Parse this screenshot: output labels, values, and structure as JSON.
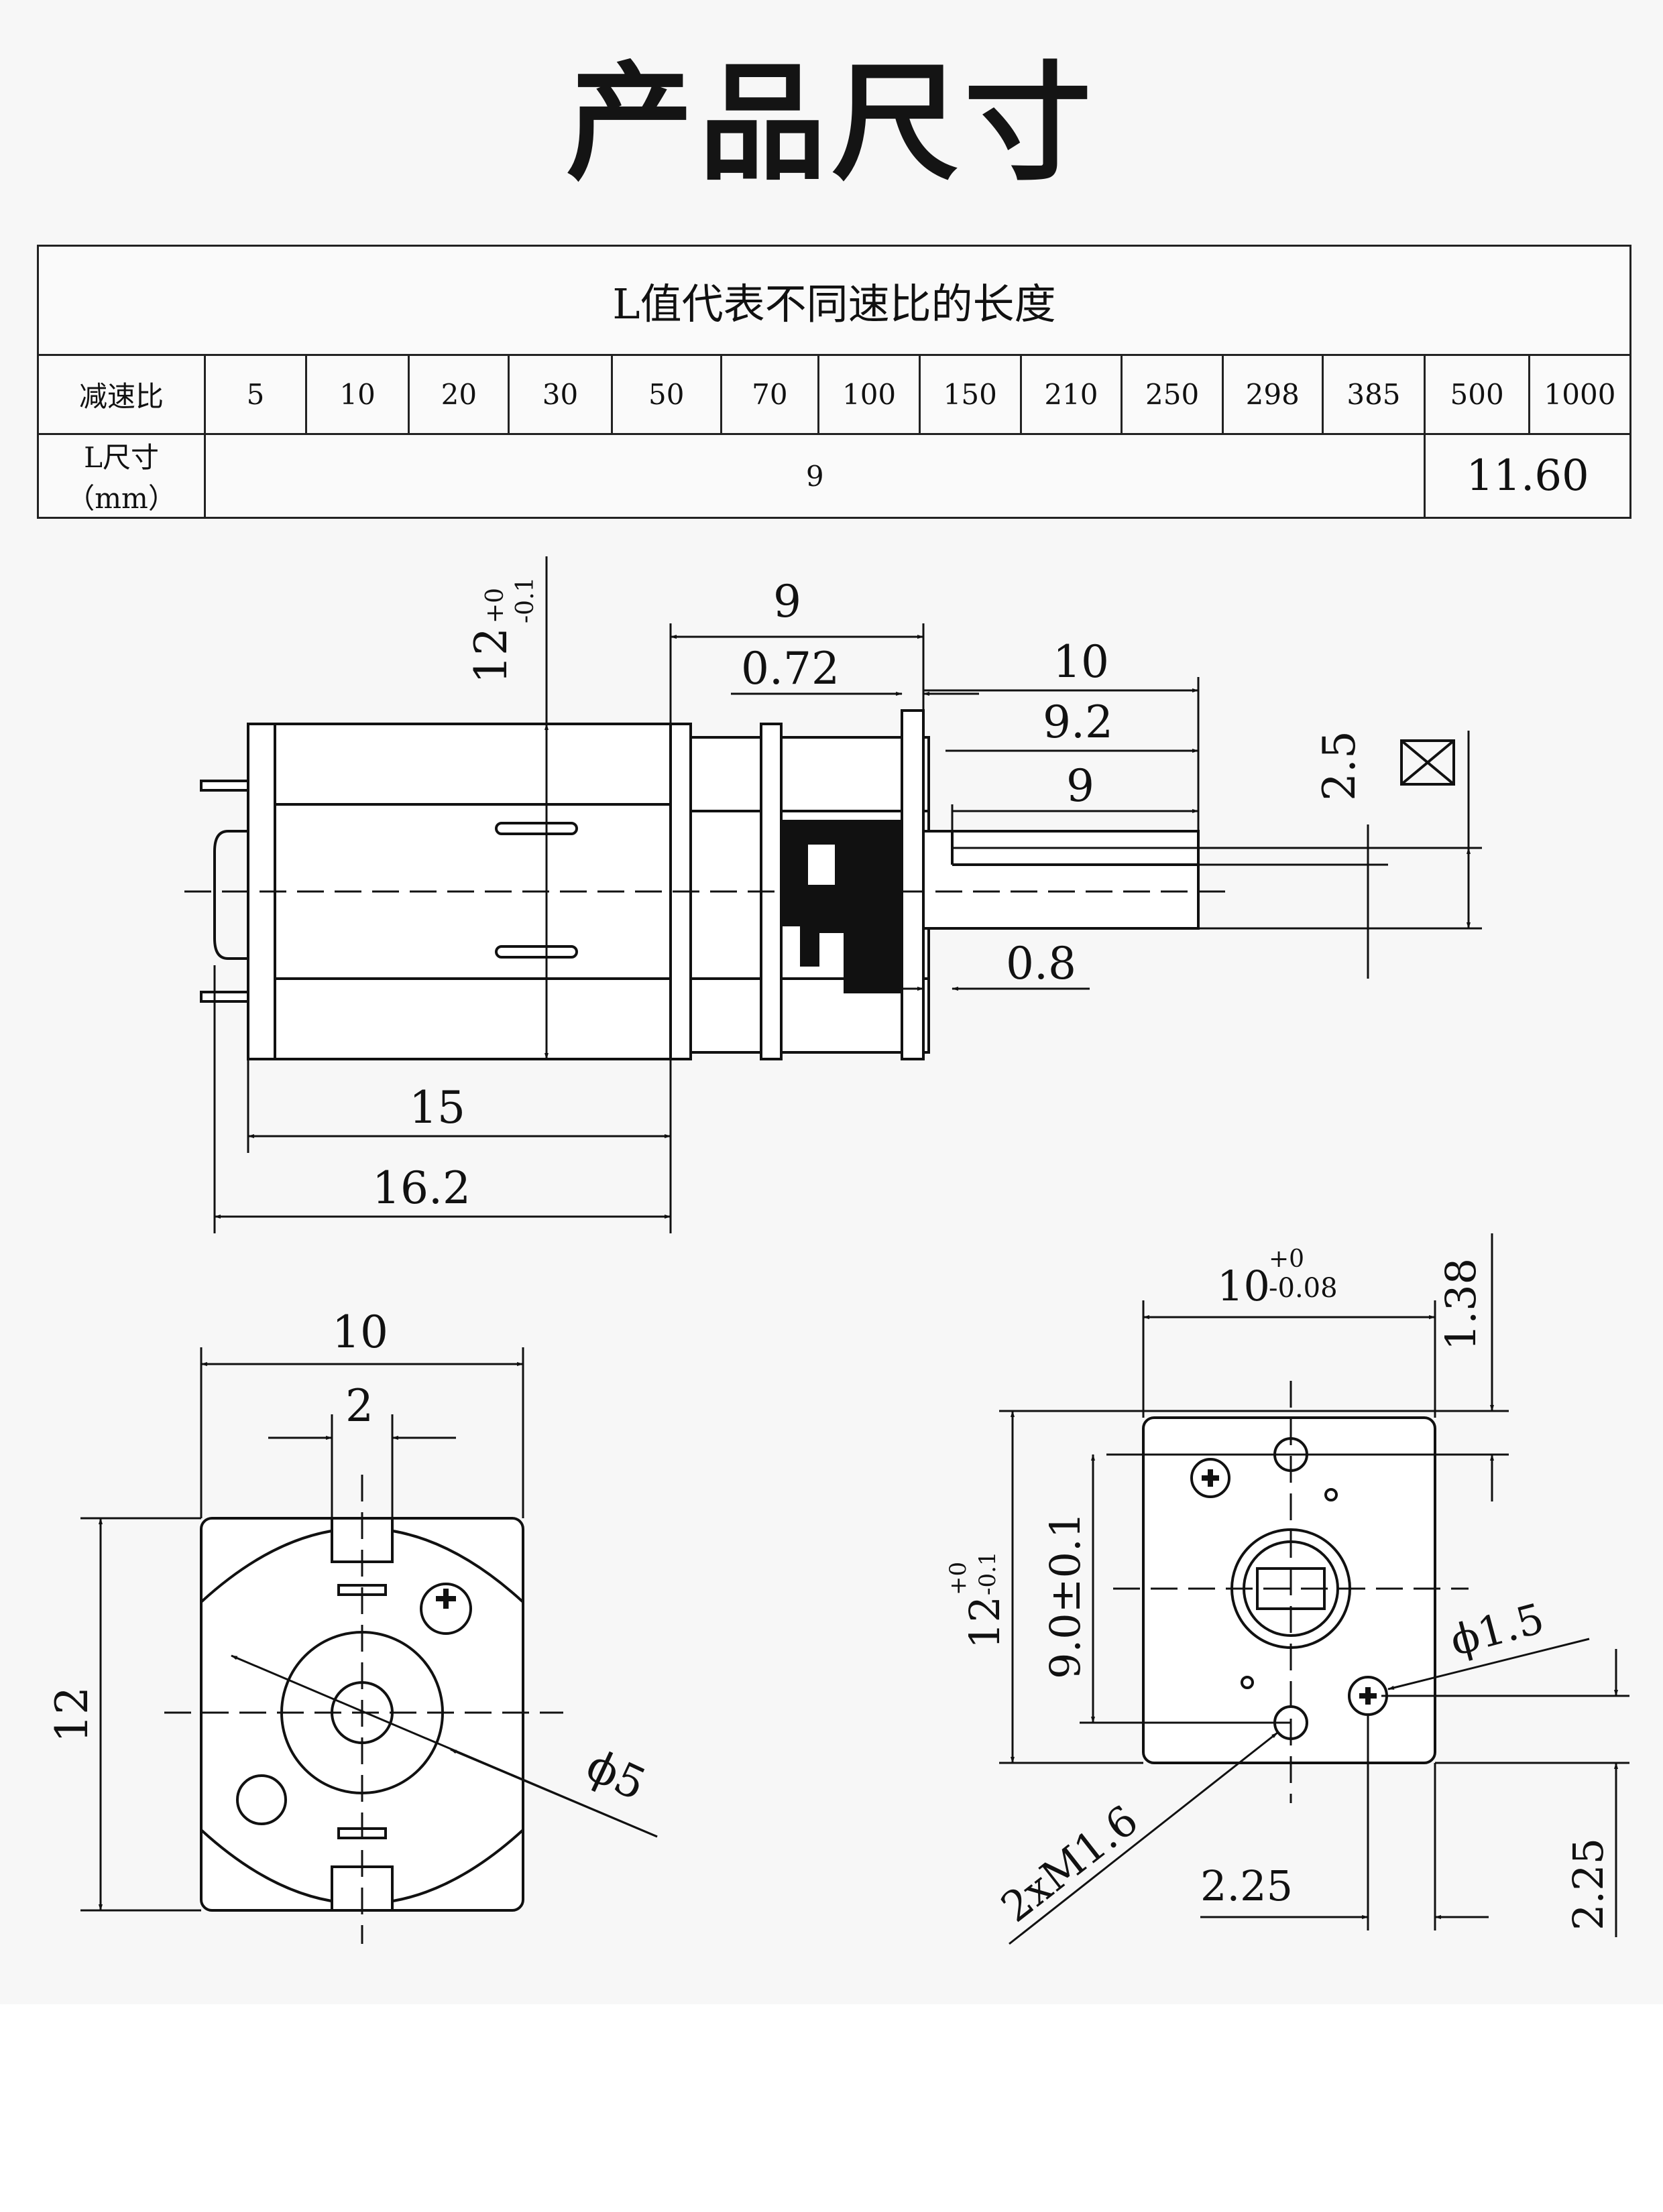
{
  "page_title": "产品尺寸",
  "spec_table": {
    "caption": "L值代表不同速比的长度",
    "ratio_header": "减速比",
    "ratios": [
      "5",
      "10",
      "20",
      "30",
      "50",
      "70",
      "100",
      "150",
      "210",
      "250",
      "298",
      "385",
      "500",
      "1000"
    ],
    "length_header": "L尺寸（mm）",
    "length_values": [
      "9",
      "11.60"
    ]
  },
  "side_view": {
    "height_dim": "12",
    "height_tol_plus": "+0",
    "height_tol_minus": "-0.1",
    "gearbox_length": "9",
    "gap_072": "0.72",
    "shaft_total": "10",
    "shaft_92": "9.2",
    "shaft_9": "9",
    "shaft_flat": "2.5",
    "flat_gap": "0.8",
    "body_length": "15",
    "total_body": "16.2"
  },
  "rear_view": {
    "width": "10",
    "terminal_gap": "2",
    "height": "12",
    "boss_dia": "ϕ5"
  },
  "front_view": {
    "width": "10",
    "width_tol_plus": "+0",
    "width_tol_minus": "-0.08",
    "top_offset": "1.38",
    "height": "12",
    "height_tol_plus": "+0",
    "height_tol_minus": "-0.1",
    "hole_spacing": "9.0±0.1",
    "shaft_dia": "ϕ1.5",
    "thread_spec": "2xM1.6",
    "x_offset": "2.25",
    "y_offset": "2.25"
  }
}
